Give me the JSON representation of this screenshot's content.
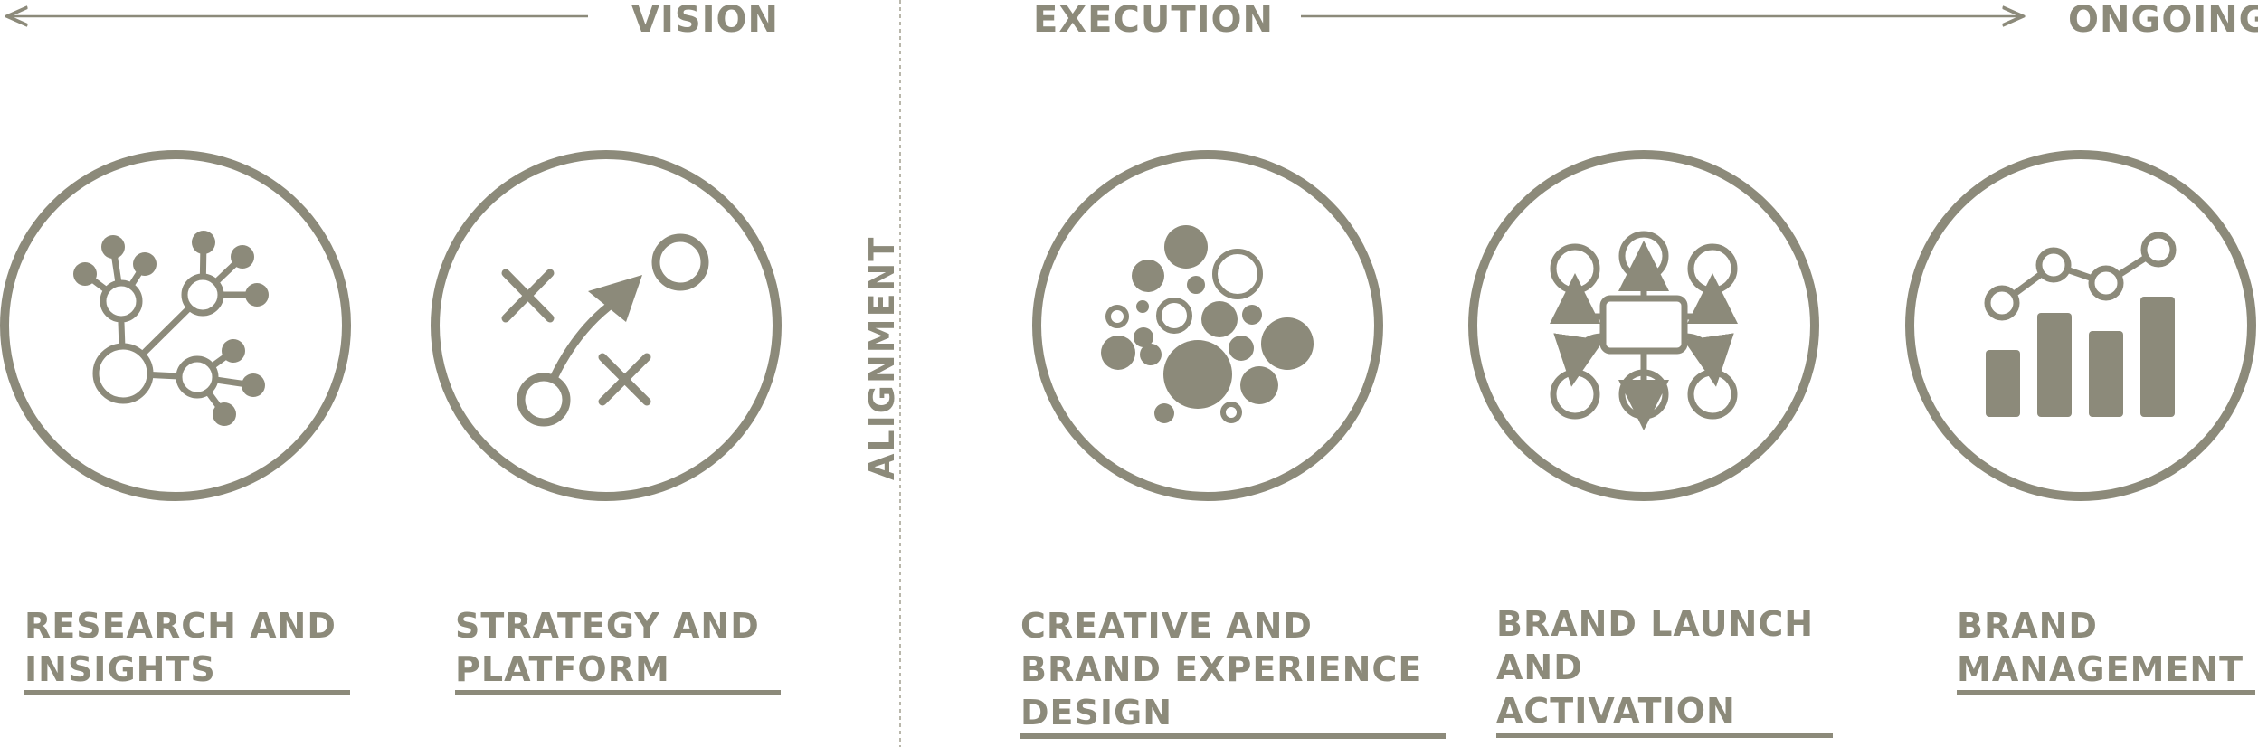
{
  "colors": {
    "primary": "#8c8a7a",
    "background": "#ffffff"
  },
  "phases": {
    "vision": "VISION",
    "execution": "EXECUTION",
    "ongoing": "ONGOING",
    "alignment": "ALIGNMENT"
  },
  "steps": [
    {
      "icon": "network-icon",
      "lines": [
        "RESEARCH AND",
        "INSIGHTS"
      ]
    },
    {
      "icon": "strategy-play-icon",
      "lines": [
        "STRATEGY AND",
        "PLATFORM"
      ]
    },
    {
      "icon": "bubbles-icon",
      "lines": [
        "CREATIVE AND",
        "BRAND EXPERIENCE",
        "DESIGN"
      ]
    },
    {
      "icon": "flow-hub-icon",
      "lines": [
        "BRAND LAUNCH",
        "AND",
        "ACTIVATION"
      ]
    },
    {
      "icon": "growth-chart-icon",
      "lines": [
        "BRAND",
        "MANAGEMENT"
      ]
    }
  ]
}
